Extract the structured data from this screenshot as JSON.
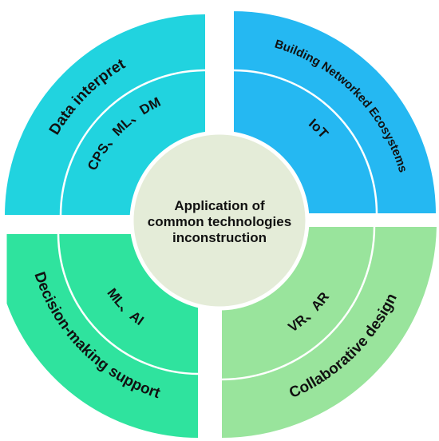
{
  "center": {
    "lines": [
      "Application of",
      "common technologies",
      "inconstruction"
    ],
    "color": "#e4ecd8"
  },
  "quadrants": [
    {
      "key": "tl",
      "outer_label": "Data interpret",
      "inner_label": "CPS、ML、DM",
      "color": "#21d3df"
    },
    {
      "key": "tr",
      "outer_label": "Building Networked Ecosystems",
      "inner_label": "IoT",
      "color": "#25b8f2"
    },
    {
      "key": "bl",
      "outer_label": "Decision-making support",
      "inner_label": "ML、AI",
      "color": "#2fe39e"
    },
    {
      "key": "br",
      "outer_label": "Collaborative design",
      "inner_label": "VR、AR",
      "color": "#99e49c"
    }
  ]
}
